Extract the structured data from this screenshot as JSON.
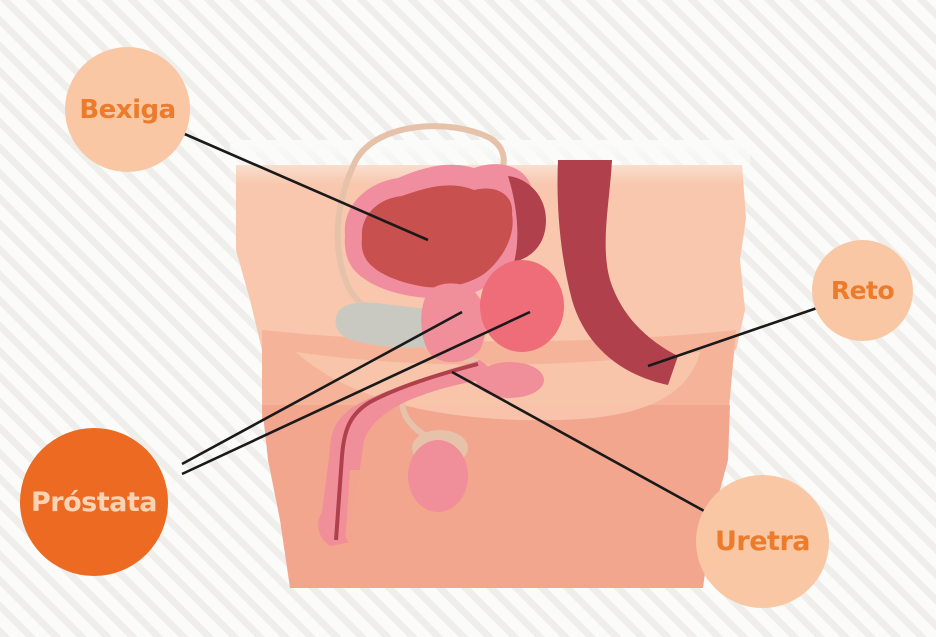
{
  "labels": {
    "bladder": "Bexiga",
    "rectum": "Reto",
    "prostate": "Próstata",
    "urethra": "Uretra"
  },
  "colors": {
    "background_stripe": "#efeeeb",
    "skin_light": "#f8c7ad",
    "skin_mid": "#f5b49a",
    "skin_dark": "#f2a68e",
    "bladder_fill": "#c8504e",
    "bladder_wall": "#f08ea0",
    "rectum": "#b0404c",
    "prostate": "#ee6d78",
    "organ_pink": "#f08e9a",
    "vas_deferens": "#e7c2aa",
    "seminal_gray": "#c9c9c1",
    "bubble_light": "#f9c7a3",
    "bubble_light_text": "#ec7b2c",
    "bubble_dark": "#ec6a22",
    "bubble_dark_text": "#f9d3b4",
    "leader_line": "#1a1a1a"
  }
}
